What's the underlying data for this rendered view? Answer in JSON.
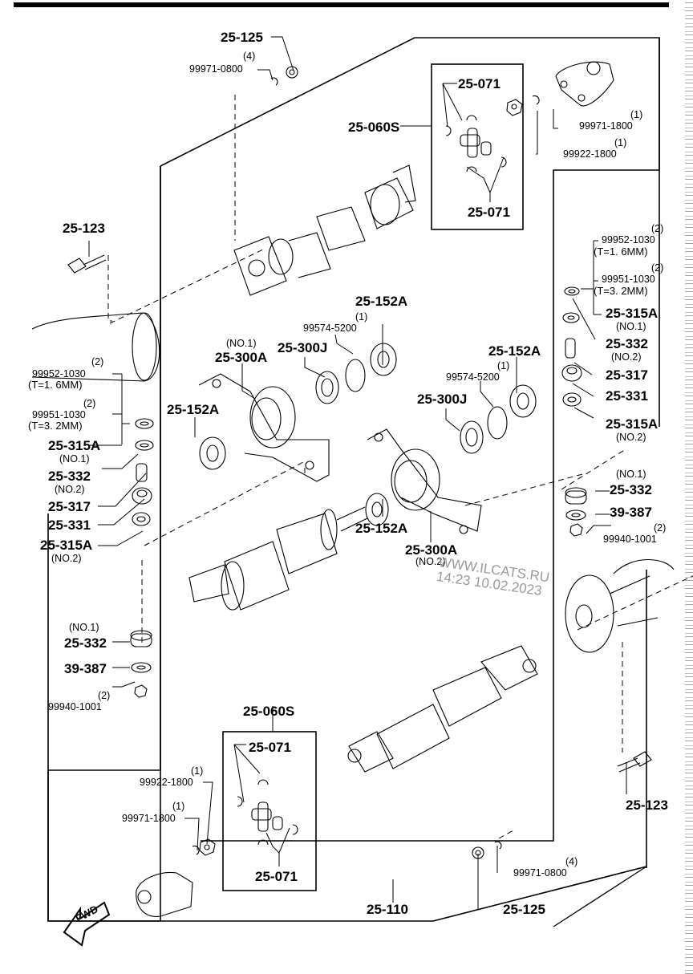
{
  "diagram": {
    "title": "Propeller shaft assembly exploded view",
    "watermark": {
      "line1": "WWW.ILCATS.RU",
      "line2": "14:23 10.02.2023"
    },
    "direction_indicator": "FWD",
    "labels": {
      "top_nut": "25-125",
      "top_clip_qty": "(4)",
      "top_clip": "99971-0800",
      "ujoint_kit_top": "25-060S",
      "ujoint_clip_top_a": "25-071",
      "ujoint_clip_top_b": "25-071",
      "yoke_clip_top_qty": "(1)",
      "yoke_clip_top": "99971-1800",
      "yoke_nut_top_qty": "(1)",
      "yoke_nut_top": "99922-1800",
      "bolt_left": "25-123",
      "right_shim1_qty": "(2)",
      "right_shim1": "99952-1030",
      "right_shim1_note": "(T=1. 6MM)",
      "right_shim2_qty": "(2)",
      "right_shim2": "99951-1030",
      "right_shim2_note": "(T=3. 2MM)",
      "right_washer1": "25-315A",
      "right_washer1_note": "(NO.1)",
      "right_spacer": "25-332",
      "right_spacer_note": "(NO.2)",
      "right_collar": "25-317",
      "right_rubber": "25-331",
      "right_washer2": "25-315A",
      "right_washer2_note": "(NO.2)",
      "seal_top1": "25-152A",
      "snap_top1_qty": "(1)",
      "snap_top1": "99574-5200",
      "bearing_top1": "25-300J",
      "support1_note": "(NO.1)",
      "support1": "25-300A",
      "seal_left": "25-152A",
      "seal_top2": "25-152A",
      "snap_top2_qty": "(1)",
      "snap_top2": "99574-5200",
      "bearing_top2": "25-300J",
      "left_shim1_qty": "(2)",
      "left_shim1": "99952-1030",
      "left_shim1_note": "(T=1. 6MM)",
      "left_shim2_qty": "(2)",
      "left_shim2": "99951-1030",
      "left_shim2_note": "(T=3. 2MM)",
      "left_washer1": "25-315A",
      "left_washer1_note": "(NO.1)",
      "left_spacer": "25-332",
      "left_spacer_note": "(NO.2)",
      "left_collar": "25-317",
      "left_rubber": "25-331",
      "left_washer2": "25-315A",
      "left_washer2_note": "(NO.2)",
      "seal_mid": "25-152A",
      "support2": "25-300A",
      "support2_note": "(NO.2)",
      "right_cushion_note": "(NO.1)",
      "right_cushion": "25-332",
      "right_plate": "39-387",
      "right_nut_qty": "(2)",
      "right_nut": "99940-1001",
      "left_cushion_note": "(NO.1)",
      "left_cushion": "25-332",
      "left_plate": "39-387",
      "left_nut_qty": "(2)",
      "left_nut": "99940-1001",
      "ujoint_kit_bottom": "25-060S",
      "ujoint_clip_bot_a": "25-071",
      "ujoint_clip_bot_b": "25-071",
      "yoke_nut_bot_qty": "(1)",
      "yoke_nut_bot": "99922-1800",
      "yoke_clip_bot_qty": "(1)",
      "yoke_clip_bot": "99971-1800",
      "bolt_right": "25-123",
      "bot_clip_qty": "(4)",
      "bot_clip": "99971-0800",
      "bot_nut": "25-125",
      "shaft_assembly": "25-110"
    }
  }
}
